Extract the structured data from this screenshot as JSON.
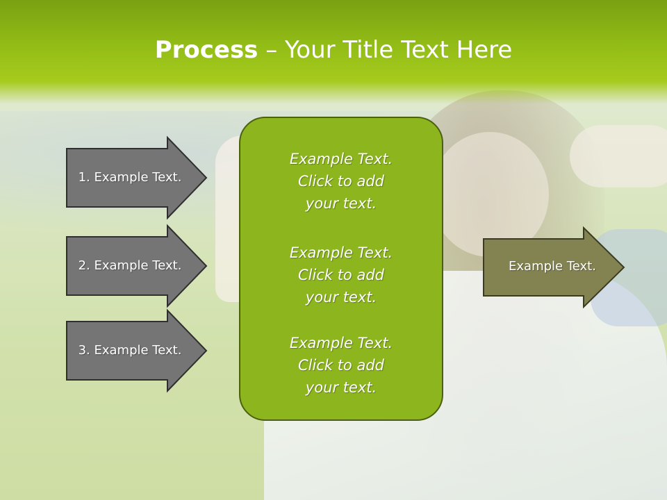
{
  "slide": {
    "title_bold": "Process",
    "title_rest": " – Your Title Text Here",
    "left_arrows": [
      {
        "label": "1. Example Text."
      },
      {
        "label": "2. Example Text."
      },
      {
        "label": "3. Example Text."
      }
    ],
    "center_blocks": [
      {
        "line1": "Example Text.",
        "line2": "Click  to add",
        "line3": "your text."
      },
      {
        "line1": "Example Text.",
        "line2": "Click  to add",
        "line3": "your text."
      },
      {
        "line1": "Example Text.",
        "line2": "Click  to add",
        "line3": "your text."
      }
    ],
    "right_arrow": {
      "label": "Example Text."
    }
  },
  "colors": {
    "title_band": "#93bd16",
    "left_arrow_fill": "#757575",
    "center_box_fill": "#8cb51e",
    "right_arrow_fill": "#838352"
  }
}
